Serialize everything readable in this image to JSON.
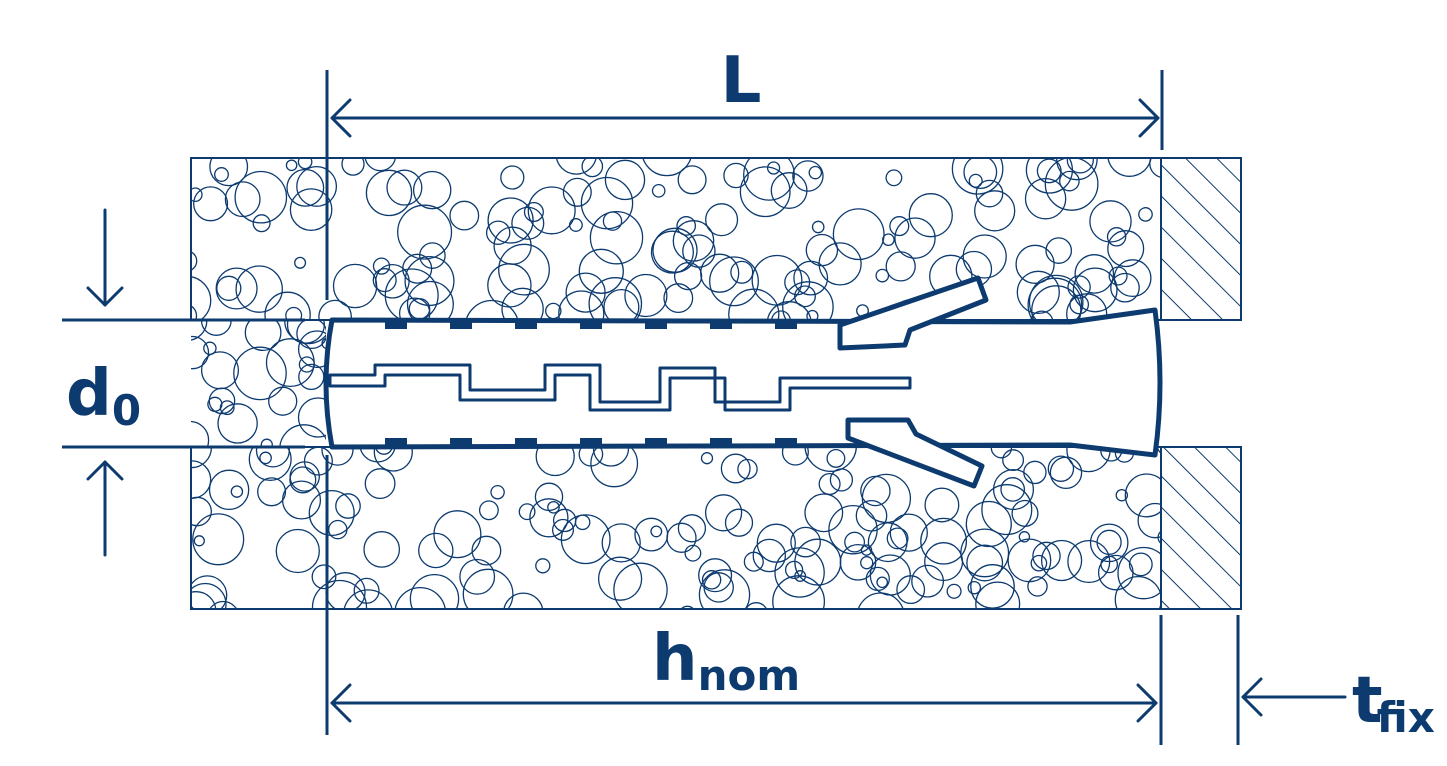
{
  "colors": {
    "ink": "#0d3b70",
    "background": "#ffffff"
  },
  "labels": {
    "L": "L",
    "d": "d",
    "d_sub": "0",
    "h": "h",
    "h_sub": "nom",
    "t": "t",
    "t_sub": "fix"
  }
}
